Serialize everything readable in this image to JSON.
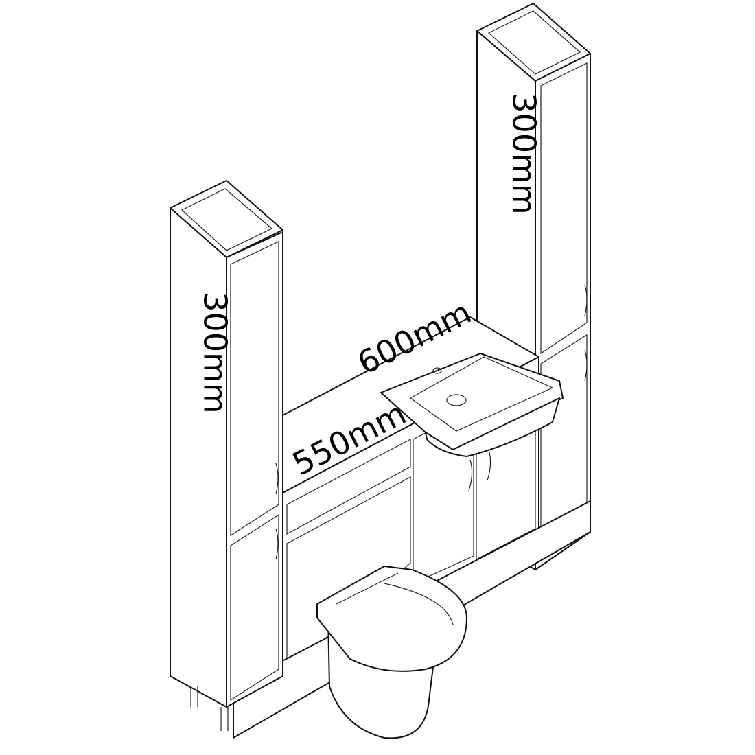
{
  "dimensions": {
    "left_tall_unit_width": "300mm",
    "right_tall_unit_width": "300mm",
    "countertop_length": "600mm",
    "base_unit_length": "550mm"
  },
  "colors": {
    "line": "#111111",
    "background": "#ffffff"
  }
}
